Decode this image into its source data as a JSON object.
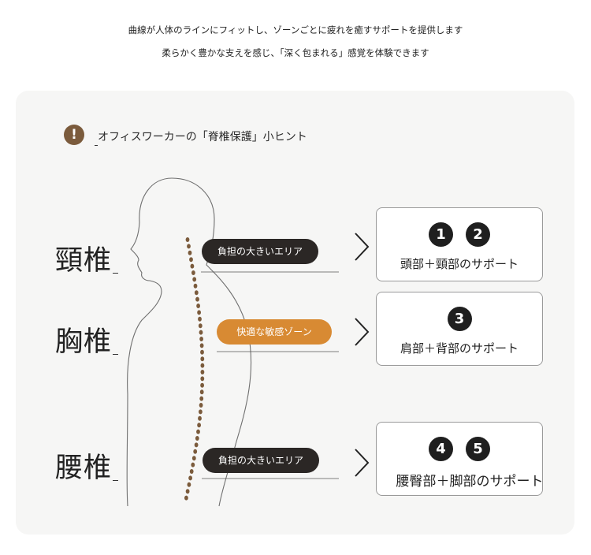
{
  "intro": {
    "line1": "曲線が人体のラインにフィットし、ゾーンごとに疲れを癒すサポートを提供します",
    "line2": "柔らかく豊かな支えを感じ、「深く包まれる」感覚を体験できます"
  },
  "hint": {
    "icon_char": "!",
    "title": "オフィスワーカーの「脊椎保護」小ヒント"
  },
  "regions": [
    {
      "label": "頸椎",
      "pill": "負担の大きいエリア",
      "pill_color": "#2b2725",
      "numbers": [
        "1",
        "2"
      ],
      "card_label": "頭部＋頸部のサポート"
    },
    {
      "label": "胸椎",
      "pill": "快適な敏感ゾーン",
      "pill_color": "#d88a33",
      "numbers": [
        "3"
      ],
      "card_label": "肩部＋背部のサポート"
    },
    {
      "label": "腰椎",
      "pill": "負担の大きいエリア",
      "pill_color": "#2b2725",
      "numbers": [
        "4",
        "5"
      ],
      "card_label": "腰臀部＋脚部のサポート"
    }
  ],
  "colors": {
    "spine_dots": "#7b5b3c",
    "hint_icon": "#7b5b3c",
    "panel": "#f6f6f5"
  }
}
